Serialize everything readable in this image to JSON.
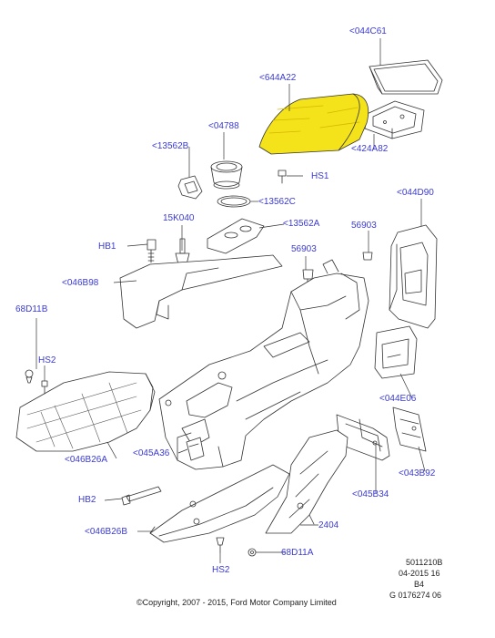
{
  "colors": {
    "callout_text": "#3a3ad6",
    "highlight_fill": "#f4e21a",
    "line": "#333333",
    "part_fill": "#ffffff"
  },
  "callouts": {
    "c044C61": "<044C61",
    "c644A22": "<644A22",
    "c424A82": "<424A82",
    "c04788": "<04788",
    "c13562B": "<13562B",
    "HS1": "HS1",
    "c13562C": "<13562C",
    "c15K040": "15K040",
    "c13562A": "<13562A",
    "c044D90": "<044D90",
    "c56903a": "56903",
    "c56903b": "56903",
    "HB1": "HB1",
    "c046B98": "<046B98",
    "c68D11B": "68D11B",
    "HS2a": "HS2",
    "c044E06": "<044E06",
    "c046B26A": "<046B26A",
    "c045A36": "<045A36",
    "c043B92": "<043B92",
    "c045B34": "<045B34",
    "HB2": "HB2",
    "c046B26B": "<046B26B",
    "c2404": "2404",
    "c68D11A": "68D11A",
    "HS2b": "HS2"
  },
  "footer": {
    "line1": "5011210B",
    "line2": "04-2015 16",
    "line3": "B4",
    "line4": "G 0176274 06",
    "copyright": "©Copyright, 2007 - 2015, Ford Motor Company Limited"
  }
}
